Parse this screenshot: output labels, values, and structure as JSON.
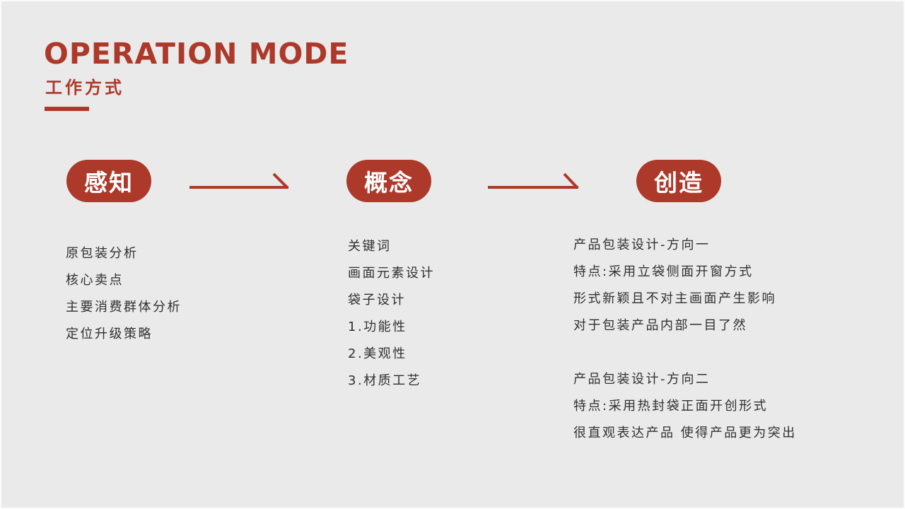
{
  "slide": {
    "background": "#eaeaea",
    "accent": "#ad392a",
    "body_text_color": "#303030"
  },
  "header": {
    "title": "OPERATION MODE",
    "subtitle": "工作方式"
  },
  "flow": {
    "stages": [
      {
        "label": "感知"
      },
      {
        "label": "概念"
      },
      {
        "label": "创造"
      }
    ]
  },
  "columns": {
    "perception_items": [
      "原包装分析",
      "核心卖点",
      "主要消费群体分析",
      "定位升级策略"
    ],
    "concept_items": [
      "关键词",
      "画面元素设计",
      "袋子设计",
      "1.功能性",
      "2.美观性",
      "3.材质工艺"
    ],
    "creation_group1": [
      "产品包装设计-方向一",
      "特点:采用立袋侧面开窗方式",
      "形式新颖且不对主画面产生影响",
      "对于包装产品内部一目了然"
    ],
    "creation_group2": [
      "产品包装设计-方向二",
      "特点:采用热封袋正面开创形式",
      "很直观表达产品 使得产品更为突出"
    ]
  }
}
